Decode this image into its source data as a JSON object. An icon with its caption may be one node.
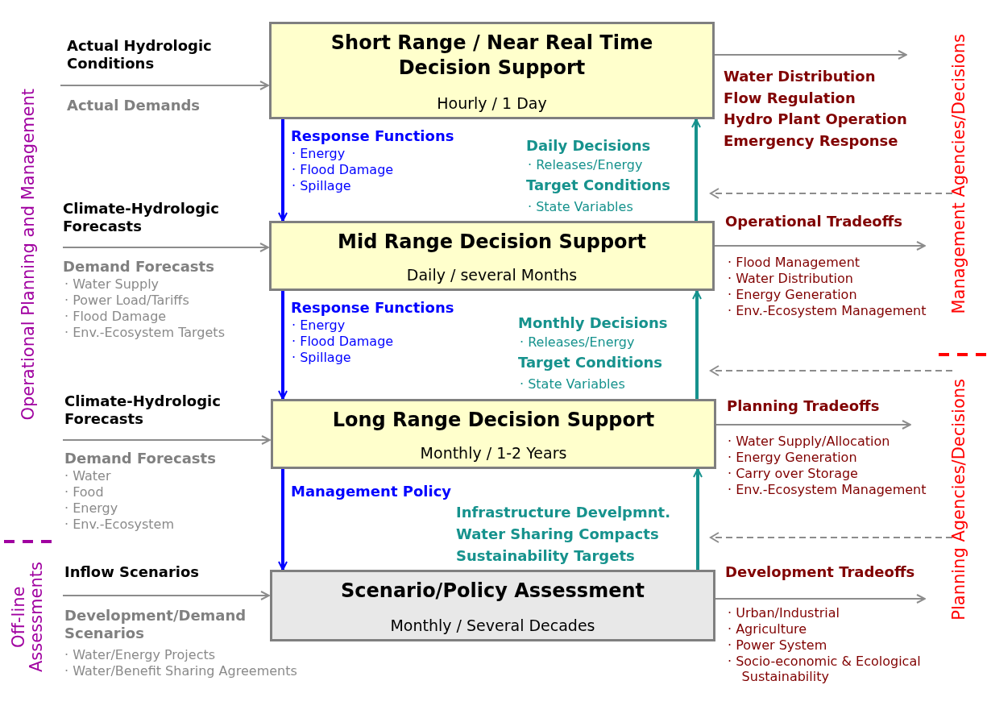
{
  "diagram": {
    "nodes": [
      {
        "text": [
          "Short Range / Near Real Time Decision Support",
          "Hourly / 1 Day"
        ]
      },
      {
        "text": [
          "Mid Range Decision Support",
          "Daily / several Months"
        ]
      },
      {
        "text": [
          "Long Range Decision Support",
          "Monthly / 1-2 Years"
        ]
      },
      {
        "text": [
          "Scenario/Policy Assessment",
          "Monthly / Several Decades"
        ]
      }
    ],
    "edges": [
      {
        "from": null,
        "to": 0,
        "arrow": "to"
      },
      {
        "from": null,
        "to": 1,
        "arrow": "to"
      },
      {
        "from": null,
        "to": 2,
        "arrow": "to"
      },
      {
        "from": null,
        "to": 3,
        "arrow": "to"
      },
      {
        "from": 0,
        "to": null,
        "arrow": "to"
      },
      {
        "from": 1,
        "to": null,
        "arrow": "to"
      },
      {
        "from": 2,
        "to": null,
        "arrow": "to"
      },
      {
        "from": 3,
        "to": null,
        "arrow": "to"
      },
      {
        "from": 0,
        "to": 1,
        "arrow": "to",
        "style": "thick",
        "color": "#0000ff"
      },
      {
        "from": 1,
        "to": 0,
        "arrow": "to",
        "style": "thick",
        "color": "#16928d"
      },
      {
        "from": 1,
        "to": 2,
        "arrow": "to",
        "style": "thick",
        "color": "#0000ff"
      },
      {
        "from": 2,
        "to": 1,
        "arrow": "to",
        "style": "thick",
        "color": "#16928d"
      },
      {
        "from": 2,
        "to": 3,
        "arrow": "to",
        "style": "thick",
        "color": "#0000ff"
      },
      {
        "from": 3,
        "to": 2,
        "arrow": "to",
        "style": "thick",
        "color": "#16928d"
      }
    ],
    "labels": [
      "Actual Hydrologic Conditions",
      "Actual Demands",
      "Climate-Hydrologic Forecasts",
      "Demand Forecasts",
      "· Water Supply",
      "· Power Load/Tariffs",
      "· Flood Damage",
      "· Env.-Ecosystem Targets",
      "Climate-Hydrologic Forecasts",
      "Demand Forecasts",
      "· Water",
      "· Food",
      "· Energy",
      "· Env.-Ecosystem",
      "Inflow Scenarios",
      "Development/Demand Scenarios",
      "· Water/Energy Projects",
      "· Water/Benefit Sharing Agreements",
      "Response Functions",
      "· Energy",
      "· Flood Damage",
      "· Spillage",
      "Daily Decisions",
      "· Releases/Energy",
      "Target Conditions",
      "· State Variables",
      "Response Functions",
      "· Energy",
      "· Flood Damage",
      "· Spillage",
      "Monthly Decisions",
      "· Releases/Energy",
      "Target Conditions",
      "· State Variables",
      "Management Policy",
      "Infrastructure Develpmnt.",
      "Water Sharing Compacts",
      "Sustainability Targets",
      "Water Distribution",
      "Flow Regulation",
      "Hydro Plant Operation",
      "Emergency Response",
      "Operational Tradeoffs",
      "· Flood Management",
      "· Water Distribution",
      "· Energy Generation",
      "· Env.-Ecosystem Management",
      "Planning Tradeoffs",
      "· Water Supply/Allocation",
      "· Energy Generation",
      "· Carry over Storage",
      "· Env.-Ecosystem Management",
      "Development Tradeoffs",
      "· Urban/Industrial",
      "· Agriculture",
      "· Power System",
      "· Socio-economic & Ecological Sustainability",
      "Operational Planning and Management",
      "Off-line Assessments",
      "Management Agencies/Decisions",
      "Planning Agencies/Decisions"
    ]
  }
}
